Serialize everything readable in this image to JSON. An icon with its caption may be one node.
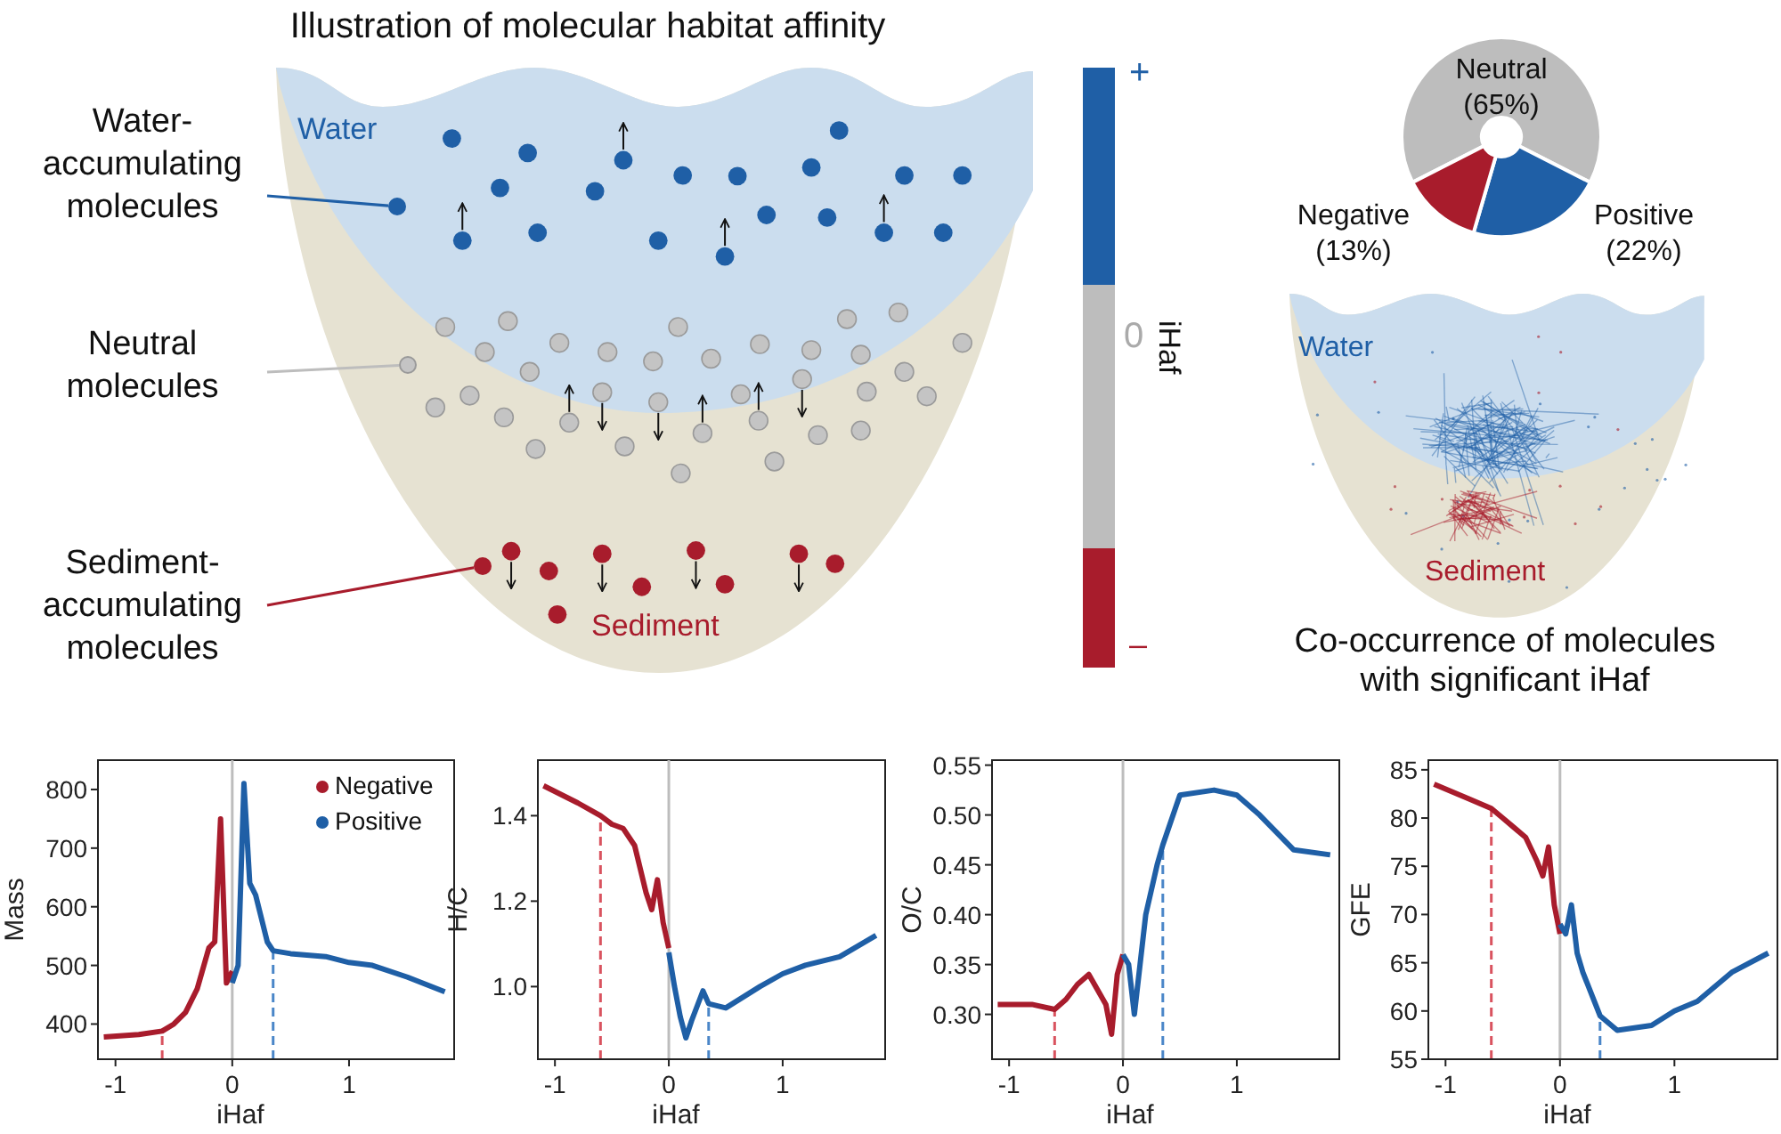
{
  "diagram": {
    "title": "Illustration of molecular habitat affinity",
    "nodes": [
      {
        "text": [
          "Water- accumulating molecules"
        ]
      },
      {
        "text": [],
        "shape": "circle"
      },
      {
        "text": [
          "Neutral molecules"
        ]
      },
      {
        "text": [],
        "shape": "circle"
      },
      {
        "text": [
          "Sediment- accumulating molecules"
        ]
      },
      {
        "text": [],
        "shape": "circle"
      }
    ],
    "edges": [
      {
        "from": 0,
        "to": 1,
        "arrow": "none",
        "color": "#1f5fa6"
      },
      {
        "from": 2,
        "to": 3,
        "arrow": "none",
        "color": "#bdbdbd"
      },
      {
        "from": 4,
        "to": 5,
        "arrow": "none",
        "color": "#a81c2c"
      }
    ],
    "labels": [
      "Water",
      "Sediment",
      "+",
      "0",
      "iHaf",
      "–",
      "Water",
      "Sediment",
      "Co-occurrence of molecules with significant iHaf"
    ],
    "legend": [
      {
        "text": "Negative",
        "color": "#a81c2c"
      },
      {
        "text": "Positive",
        "color": "#1f5fa6"
      }
    ],
    "chart_data": [
      {
        "type": "donut",
        "categories": [
          "Neutral",
          "Positive",
          "Negative"
        ],
        "values": [
          65,
          22,
          13
        ],
        "colors": [
          "#bdbdbd",
          "#1f5fa6",
          "#a81c2c"
        ],
        "value_labels": [
          "(65%)",
          "(22%)",
          "(13%)"
        ]
      },
      {
        "type": "line",
        "xlabel": "iHaf",
        "ylabel": "Mass",
        "x": [
          -1.1,
          -0.8,
          -0.6,
          -0.5,
          -0.4,
          -0.3,
          -0.2,
          -0.15,
          -0.1,
          -0.05,
          0,
          0.05,
          0.1,
          0.15,
          0.2,
          0.3,
          0.35,
          0.5,
          0.8,
          1.0,
          1.2,
          1.5,
          1.82
        ],
        "xlim": [
          -1.15,
          1.9
        ],
        "ylim": [
          340,
          850
        ],
        "xticks": [
          -1,
          0,
          1
        ],
        "yticks": [
          400,
          500,
          600,
          700,
          800
        ],
        "series": [
          {
            "color": "#a81c2c",
            "values": [
              378,
              382,
              388,
              400,
              420,
              460,
              530,
              540,
              750,
              470,
              490,
              null,
              null,
              null,
              null,
              null,
              null,
              null,
              null,
              null,
              null,
              null,
              null
            ]
          },
          {
            "color": "#1f5fa6",
            "values": [
              null,
              null,
              null,
              null,
              null,
              null,
              null,
              null,
              null,
              null,
              470,
              500,
              810,
              640,
              620,
              540,
              525,
              520,
              515,
              505,
              500,
              480,
              455
            ]
          }
        ],
        "ref_lines": [
          {
            "axis": "x",
            "value": 0,
            "color": "#bdbdbd"
          },
          {
            "axis": "x",
            "value": -0.6,
            "color": "#d9535f"
          },
          {
            "axis": "x",
            "value": 0.35,
            "color": "#4a86c8"
          }
        ]
      },
      {
        "type": "line",
        "xlabel": "iHaf",
        "ylabel": "H/C",
        "x": [
          -1.1,
          -0.8,
          -0.6,
          -0.5,
          -0.4,
          -0.3,
          -0.2,
          -0.15,
          -0.1,
          -0.05,
          0,
          0.05,
          0.1,
          0.15,
          0.2,
          0.3,
          0.35,
          0.5,
          0.8,
          1.0,
          1.2,
          1.5,
          1.82
        ],
        "xlim": [
          -1.15,
          1.9
        ],
        "ylim": [
          0.83,
          1.53
        ],
        "xticks": [
          -1,
          0,
          1
        ],
        "yticks": [
          {
            "value": 1,
            "label": "1.0"
          },
          1.2,
          1.4
        ],
        "series": [
          {
            "color": "#a81c2c",
            "values": [
              1.47,
              1.43,
              1.4,
              1.38,
              1.37,
              1.33,
              1.22,
              1.18,
              1.25,
              1.15,
              1.09,
              null,
              null,
              null,
              null,
              null,
              null,
              null,
              null,
              null,
              null,
              null,
              null
            ]
          },
          {
            "color": "#1f5fa6",
            "values": [
              null,
              null,
              null,
              null,
              null,
              null,
              null,
              null,
              null,
              null,
              1.08,
              1.0,
              0.93,
              0.88,
              0.92,
              0.99,
              0.96,
              0.95,
              1.0,
              1.03,
              1.05,
              1.07,
              1.12
            ]
          }
        ],
        "ref_lines": [
          {
            "axis": "x",
            "value": 0,
            "color": "#bdbdbd"
          },
          {
            "axis": "x",
            "value": -0.6,
            "color": "#d9535f"
          },
          {
            "axis": "x",
            "value": 0.35,
            "color": "#4a86c8"
          }
        ]
      },
      {
        "type": "line",
        "xlabel": "iHaf",
        "ylabel": "O/C",
        "x": [
          -1.1,
          -0.8,
          -0.6,
          -0.5,
          -0.4,
          -0.3,
          -0.2,
          -0.15,
          -0.1,
          -0.05,
          0,
          0.05,
          0.1,
          0.15,
          0.2,
          0.3,
          0.35,
          0.5,
          0.8,
          1.0,
          1.2,
          1.5,
          1.82
        ],
        "xlim": [
          -1.15,
          1.9
        ],
        "ylim": [
          0.255,
          0.555
        ],
        "xticks": [
          -1,
          0,
          1
        ],
        "yticks": [
          {
            "value": 0.3,
            "label": "0.30"
          },
          {
            "value": 0.35,
            "label": "0.35"
          },
          {
            "value": 0.4,
            "label": "0.40"
          },
          {
            "value": 0.45,
            "label": "0.45"
          },
          {
            "value": 0.5,
            "label": "0.50"
          },
          {
            "value": 0.55,
            "label": "0.55"
          }
        ],
        "series": [
          {
            "color": "#a81c2c",
            "values": [
              0.31,
              0.31,
              0.305,
              0.315,
              0.33,
              0.34,
              0.32,
              0.31,
              0.28,
              0.34,
              0.36,
              null,
              null,
              null,
              null,
              null,
              null,
              null,
              null,
              null,
              null,
              null,
              null
            ]
          },
          {
            "color": "#1f5fa6",
            "values": [
              null,
              null,
              null,
              null,
              null,
              null,
              null,
              null,
              null,
              null,
              0.36,
              0.35,
              0.3,
              0.35,
              0.4,
              0.45,
              0.47,
              0.52,
              0.525,
              0.52,
              0.5,
              0.465,
              0.46
            ]
          }
        ],
        "ref_lines": [
          {
            "axis": "x",
            "value": 0,
            "color": "#bdbdbd"
          },
          {
            "axis": "x",
            "value": -0.6,
            "color": "#d9535f"
          },
          {
            "axis": "x",
            "value": 0.35,
            "color": "#4a86c8"
          }
        ]
      },
      {
        "type": "line",
        "xlabel": "iHaf",
        "ylabel": "GFE",
        "x": [
          -1.1,
          -0.8,
          -0.6,
          -0.5,
          -0.4,
          -0.3,
          -0.2,
          -0.15,
          -0.1,
          -0.05,
          0,
          0.05,
          0.1,
          0.15,
          0.2,
          0.3,
          0.35,
          0.5,
          0.8,
          1.0,
          1.2,
          1.5,
          1.82
        ],
        "xlim": [
          -1.15,
          1.9
        ],
        "ylim": [
          55,
          86
        ],
        "xticks": [
          -1,
          0,
          1
        ],
        "yticks": [
          55,
          60,
          65,
          70,
          75,
          80,
          85
        ],
        "series": [
          {
            "color": "#a81c2c",
            "values": [
              83.5,
              82,
              81,
              80,
              79,
              78,
              75.5,
              74,
              77,
              71,
              68,
              null,
              null,
              null,
              null,
              null,
              null,
              null,
              null,
              null,
              null,
              null,
              null
            ]
          },
          {
            "color": "#1f5fa6",
            "values": [
              null,
              null,
              null,
              null,
              null,
              null,
              null,
              null,
              null,
              null,
              69,
              68,
              71,
              66,
              64,
              61,
              59.5,
              58,
              58.5,
              60,
              61,
              64,
              66
            ]
          }
        ],
        "ref_lines": [
          {
            "axis": "x",
            "value": 0,
            "color": "#bdbdbd"
          },
          {
            "axis": "x",
            "value": -0.6,
            "color": "#d9535f"
          },
          {
            "axis": "x",
            "value": 0.35,
            "color": "#4a86c8"
          }
        ]
      }
    ]
  }
}
